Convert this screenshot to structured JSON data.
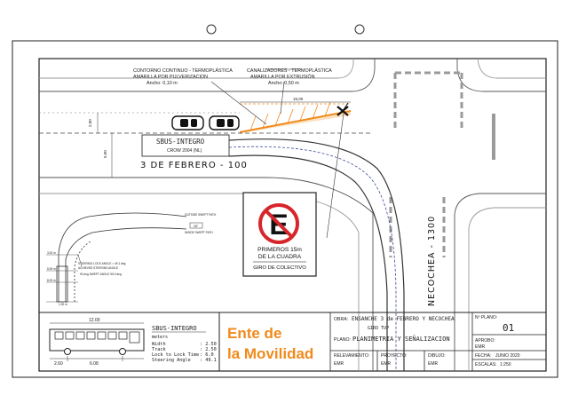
{
  "annotations": {
    "contorno_line1": "CONTORNO CONTINUO - TERMOPLÁSTICA",
    "contorno_line2": "AMARILLA POR PULVERIZACION",
    "contorno_line3": "Ancho: 0,10 m",
    "canal_line1": "CANALIZADORES - TERMOPLÁSTICA",
    "canal_line2": "AMARILLA POR EXTRUSIÓN",
    "canal_line3": "Ancho: 0,50 m",
    "dim_top": "15,00",
    "dim_left_a": "2,00",
    "dim_left_b": "5,00"
  },
  "bus_outline": {
    "label": "SBUS-INTEGRO",
    "sublabel": "CROW 2004 (NL)"
  },
  "streets": {
    "horizontal": "3 DE FEBRERO - 100",
    "vertical": "NECOCHEA - 1300"
  },
  "sign": {
    "symbol": "E",
    "line1": "PRIMEROS 15m",
    "line2": "DE LA CUADRA",
    "line3": "GIRO DE COLECTIVO"
  },
  "turning_template": {
    "outside_label": "OUTSIDE SWEPT PATH",
    "inside_label": "INSIDE SWEPT PATH",
    "arrow_label": "25°",
    "r1": "STEERING LOCK ANGLE = 49.1 deg",
    "r2": "ACHIEVED STEERING ANGLE",
    "r3": "90 deg SWEPT ANGLE 95.0 deg",
    "d1": "3.00 m",
    "d2": "5.09 m",
    "d3": "8.09 m",
    "d4": "1.00 m"
  },
  "vehicle_spec": {
    "overall_length": "12.00",
    "name": "SBUS-INTEGRO",
    "units": "meters",
    "rows": [
      {
        "label": "Width",
        "value": ": 2.50"
      },
      {
        "label": "Track",
        "value": ": 2.50"
      },
      {
        "label": "Lock to Lock Time",
        "value": ": 6.0"
      },
      {
        "label": "Steering Angle",
        "value": ": 49.1"
      }
    ],
    "dim_front": "2.60",
    "dim_wheelbase": "6.08"
  },
  "logo": {
    "line1": "Ente de",
    "line2": "la Movilidad"
  },
  "title_block": {
    "obra_label": "OBRA:",
    "obra_value": "ENSANCHE 3 de FEBRERO Y NECOCHEA",
    "obra_sub": "GIRO TUP",
    "plano_label": "PLANO:",
    "plano_value": "PLANIMETRIA Y SEÑALIZACION",
    "nplano_label": "Nº PLANO:",
    "nplano_value": "01",
    "aprobo_label": "APROBO:",
    "aprobo_value": "EMR",
    "relev_label": "RELEVAMIENTO:",
    "relev_value": "EMR",
    "proyecto_label": "PROYECTO:",
    "proyecto_value": "EMR",
    "dibujo_label": "DIBUJO:",
    "dibujo_value": "EMR",
    "fecha_label": "FECHA:",
    "fecha_value": "JUNIO 2020",
    "escalas_label": "ESCALAS:",
    "escalas_value": "1:250"
  },
  "colors": {
    "accent_orange": "#f08a1c",
    "road_line": "#444444",
    "stop_line": "#9a9a9a",
    "sign_red": "#d7262b",
    "path_blue": "#3a4a9a"
  }
}
